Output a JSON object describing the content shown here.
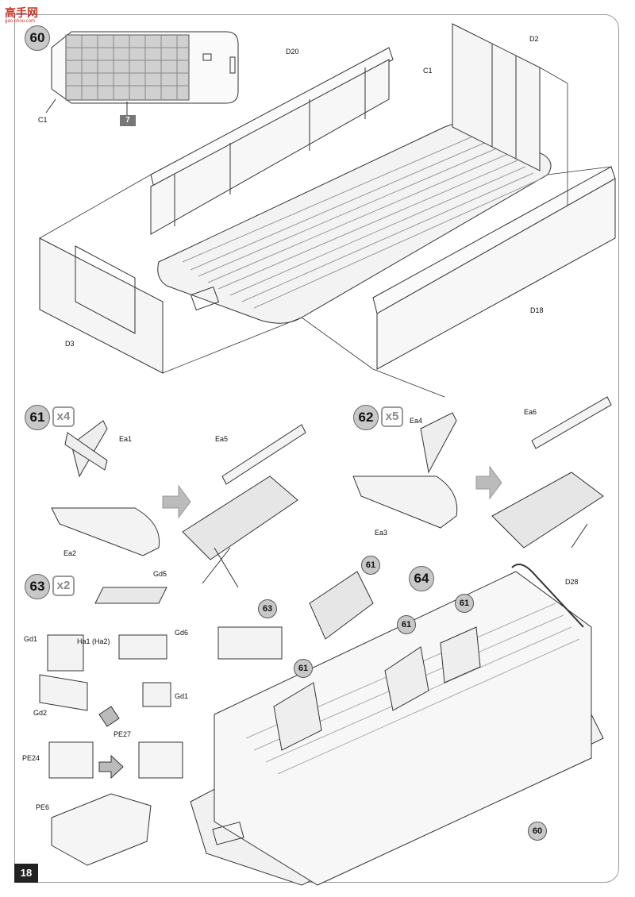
{
  "header": {
    "logo_text": "高手网",
    "logo_sub": "gao-shou.com"
  },
  "page_number": "18",
  "steps": {
    "s60": "60",
    "s61": "61",
    "s62": "62",
    "s63": "63",
    "s64": "64",
    "m61": "x4",
    "m62": "x5",
    "m63": "x2"
  },
  "ref_box": "7",
  "parts": {
    "c1_top": "C1",
    "c1_main": "C1",
    "d20": "D20",
    "d2": "D2",
    "d3": "D3",
    "d18": "D18",
    "ea1": "Ea1",
    "ea2": "Ea2",
    "ea5": "Ea5",
    "ea4": "Ea4",
    "ea3": "Ea3",
    "ea6": "Ea6",
    "gd5": "Gd5",
    "gd1_left": "Gd1",
    "ha1": "Ha1 (Ha2)",
    "gd6": "Gd6",
    "gd2": "Gd2",
    "gd1_right": "Gd1",
    "pe24": "PE24",
    "pe27": "PE27",
    "pe6": "PE6",
    "d28": "D28"
  },
  "callouts": {
    "c63": "63",
    "c61a": "61",
    "c61b": "61",
    "c61c": "61",
    "c61d": "61",
    "c60": "60"
  }
}
